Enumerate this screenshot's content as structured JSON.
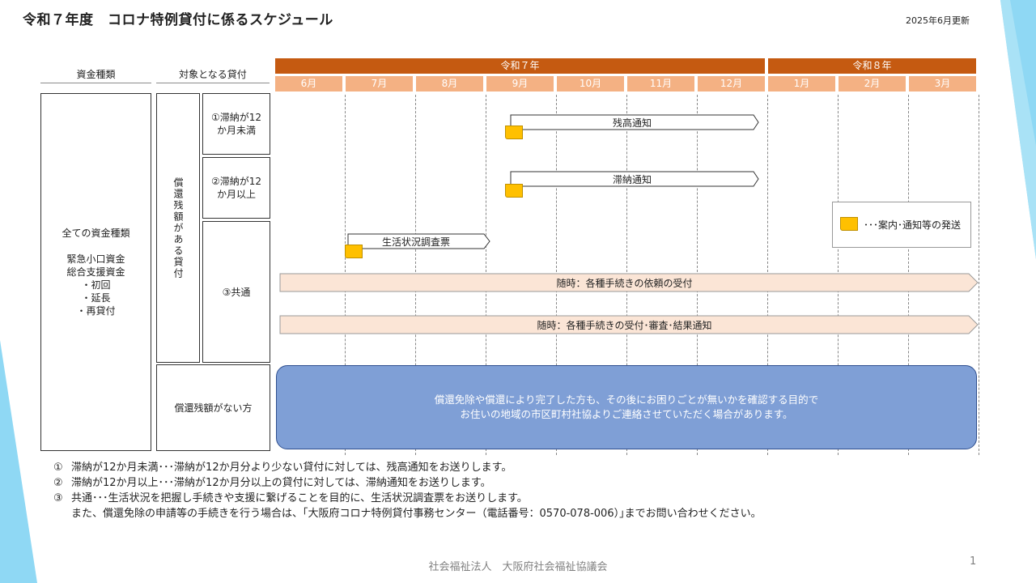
{
  "title": "令和７年度　コロナ特例貸付に係るスケジュール",
  "updated": "2025年6月更新",
  "headers": {
    "fund_type": "資金種類",
    "target_loan": "対象となる貸付"
  },
  "eras": [
    "令和７年",
    "令和８年"
  ],
  "months": [
    "6月",
    "7月",
    "8月",
    "9月",
    "10月",
    "11月",
    "12月",
    "1月",
    "2月",
    "3月"
  ],
  "fund_box": {
    "line1": "全ての資金種類",
    "line2": "緊急小口資金",
    "line3": "総合支援資金",
    "line4": "・初回",
    "line5": "・延長",
    "line6": "・再貸付"
  },
  "balance_group": "償還残額がある貸付",
  "rows": {
    "r1": "①滞納が12か月未満",
    "r2": "②滞納が12か月以上",
    "r3": "③共通",
    "no_balance": "償還残額がない方"
  },
  "arrows": {
    "balance_notice": "残高通知",
    "delinquency_notice": "滞納通知",
    "survey": "生活状況調査票",
    "anytime_request": "随時：各種手続きの依頼の受付",
    "anytime_review": "随時：各種手続きの受付･審査･結果通知"
  },
  "legend": {
    "text": "･･･案内･通知等の発送"
  },
  "blue_box": {
    "line1": "償還免除や償還により完了した方も、その後にお困りごとが無いかを確認する目的で",
    "line2": "お住いの地域の市区町村社協よりご連絡させていただく場合があります。"
  },
  "notes": [
    {
      "num": "①",
      "text": "滞納が12か月未満･･･滞納が12か月分より少ない貸付に対しては、残高通知をお送りします。"
    },
    {
      "num": "②",
      "text": "滞納が12か月以上･･･滞納が12か月分以上の貸付に対しては、滞納通知をお送りします。"
    },
    {
      "num": "③",
      "text": "共通･･･生活状況を把握し手続きや支援に繋げることを目的に、生活状況調査票をお送りします。"
    },
    {
      "num": "",
      "text": "また、償還免除の申請等の手続きを行う場合は、｢大阪府コロナ特例貸付事務センター（電話番号：0570-078-006）｣までお問い合わせください。"
    }
  ],
  "footer": "社会福祉法人　大阪府社会福祉協議会",
  "page_number": "1",
  "colors": {
    "era": "#c55a11",
    "month": "#f4b183",
    "arrow_fill": "#fbe5d6",
    "notice_icon": "#ffc000",
    "blue_box": "#7f9fd6",
    "side_deco": "#8fd8f4"
  },
  "icons": {
    "notice": "yellow-note-icon"
  }
}
